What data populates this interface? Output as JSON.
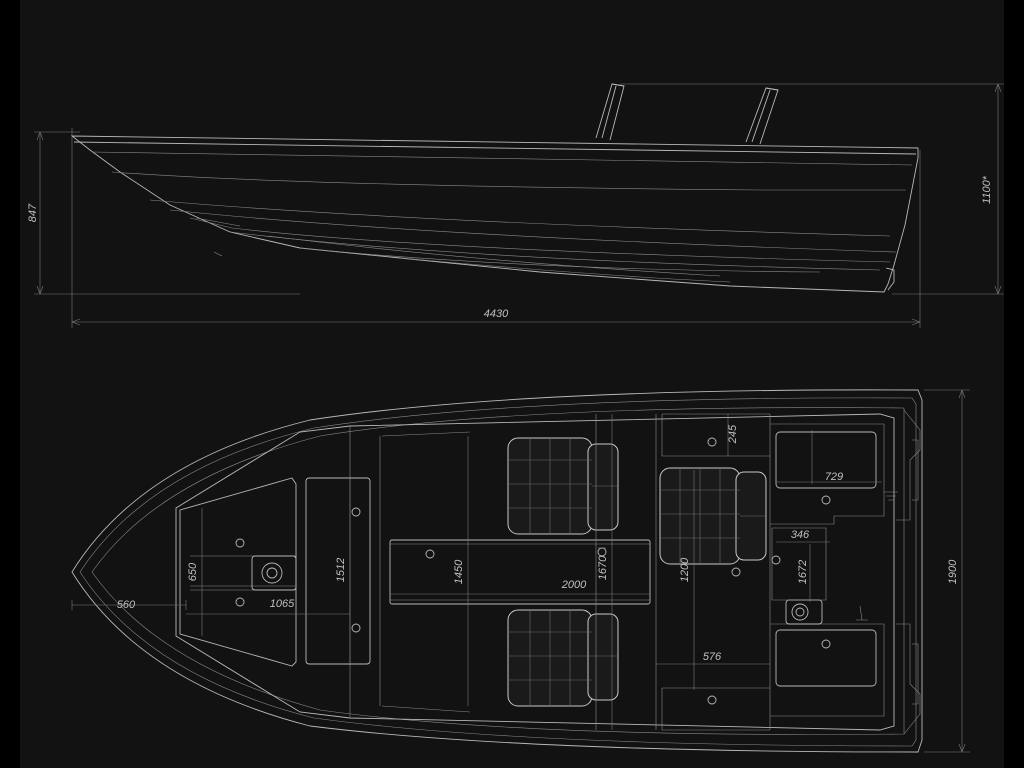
{
  "colors": {
    "background": "#121212",
    "line": "#b8b8b8",
    "text": "#c0c0c0"
  },
  "side_view": {
    "dimensions": {
      "length": "4430",
      "side_height": "847",
      "total_height": "1100*"
    }
  },
  "top_view": {
    "dimensions": {
      "beam": "1900",
      "bow_offset": "560",
      "bow_hatch_height": "650",
      "bow_hatch_width": "1065",
      "bow_deck_length": "1512",
      "center_console_width": "1450",
      "cockpit_length": "2000",
      "cockpit_width": "1670",
      "seat_spacing": "1200",
      "aft_locker_depth": "245",
      "aft_locker_width": "729",
      "transom_step_width": "346",
      "transom_step_depth": "1672",
      "aft_bench_length": "576"
    }
  }
}
